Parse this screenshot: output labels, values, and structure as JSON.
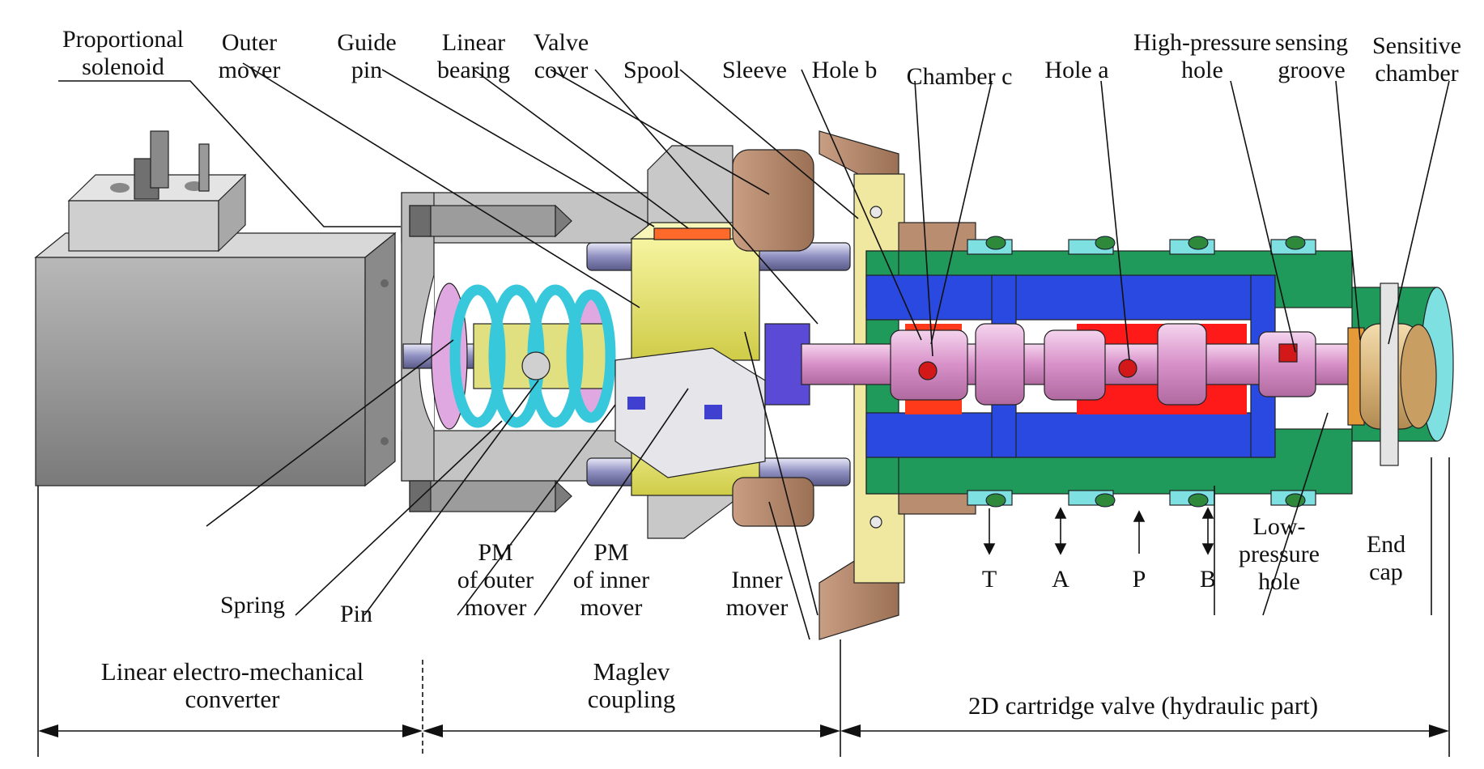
{
  "labels": {
    "proportional_solenoid": [
      "Proportional",
      "solenoid"
    ],
    "outer_mover": [
      "Outer",
      "mover"
    ],
    "guide_pin": [
      "Guide",
      "pin"
    ],
    "linear_bearing": [
      "Linear",
      "bearing"
    ],
    "valve_cover": [
      "Valve",
      "cover"
    ],
    "spool": "Spool",
    "sleeve": "Sleeve",
    "hole_b": "Hole b",
    "chamber_c": "Chamber c",
    "hole_a": "Hole a",
    "high_pressure_hole": [
      "High-pressure",
      "hole"
    ],
    "sensing_groove": [
      "sensing",
      "groove"
    ],
    "sensitive_chamber": [
      "Sensitive",
      "chamber"
    ],
    "spring": "Spring",
    "pin": "Pin",
    "pm_outer_mover": [
      "PM",
      "of outer",
      "mover"
    ],
    "pm_inner_mover": [
      "PM",
      "of inner",
      "mover"
    ],
    "inner_mover": [
      "Inner",
      "mover"
    ],
    "low_pressure_hole": [
      "Low-",
      "pressure",
      "hole"
    ],
    "end_cap": [
      "End",
      "cap"
    ]
  },
  "ports": [
    "T",
    "A",
    "P",
    "B"
  ],
  "sections": {
    "converter": [
      "Linear electro-mechanical",
      "converter"
    ],
    "coupling": [
      "Maglev",
      "coupling"
    ],
    "valve": "2D cartridge valve (hydraulic part)"
  },
  "colors": {
    "solenoid": "#9e9e9e",
    "housing": "#c4c4c4",
    "spring": "#38c8dc",
    "movers": "#e8e66c",
    "flange": "#b58b70",
    "valve_body": "#1f9a5a",
    "sleeve": "#2a49e0",
    "spool": "#e6b4dc",
    "chamber": "#ff1a1a",
    "end_cap": "#e6c488"
  }
}
